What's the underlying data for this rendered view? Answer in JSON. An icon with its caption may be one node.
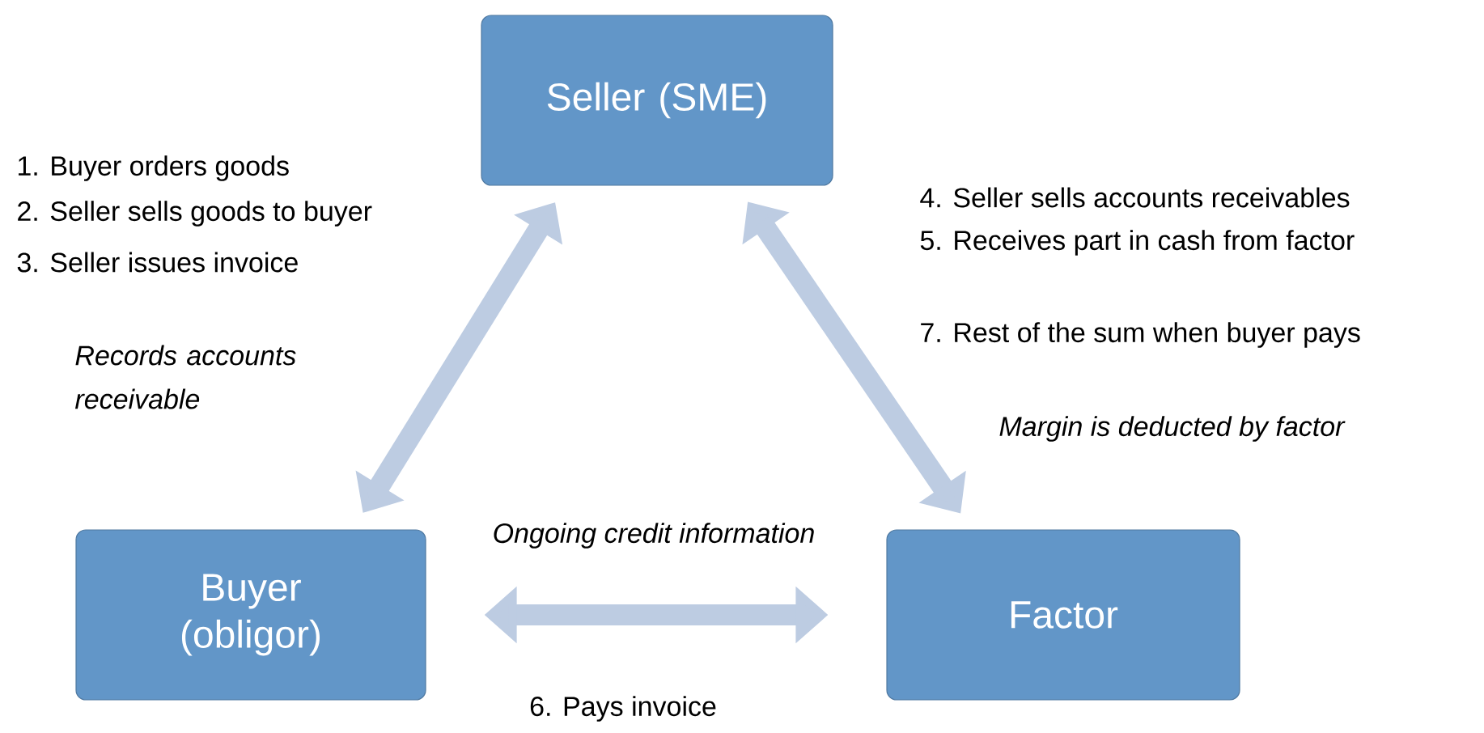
{
  "diagram": {
    "nodes": [
      {
        "text": [
          "Seller (SME)"
        ]
      },
      {
        "text": [
          "Buyer (obligor)"
        ]
      },
      {
        "text": [
          "Factor"
        ]
      }
    ],
    "edges": [
      {
        "from": 0,
        "to": 1,
        "arrow": "both"
      },
      {
        "from": 0,
        "to": 2,
        "arrow": "both"
      },
      {
        "from": 1,
        "to": 2,
        "arrow": "both"
      }
    ],
    "labels": [
      "1. Buyer orders goods",
      "2. Seller sells goods to buyer",
      "3. Seller issues invoice",
      "Records accounts receivable",
      "4. Seller sells accounts receivables",
      "5. Receives part in cash from factor",
      "7. Rest of the sum when buyer pays",
      "Margin is deducted by factor",
      "Ongoing credit information",
      "6. Pays invoice"
    ]
  }
}
